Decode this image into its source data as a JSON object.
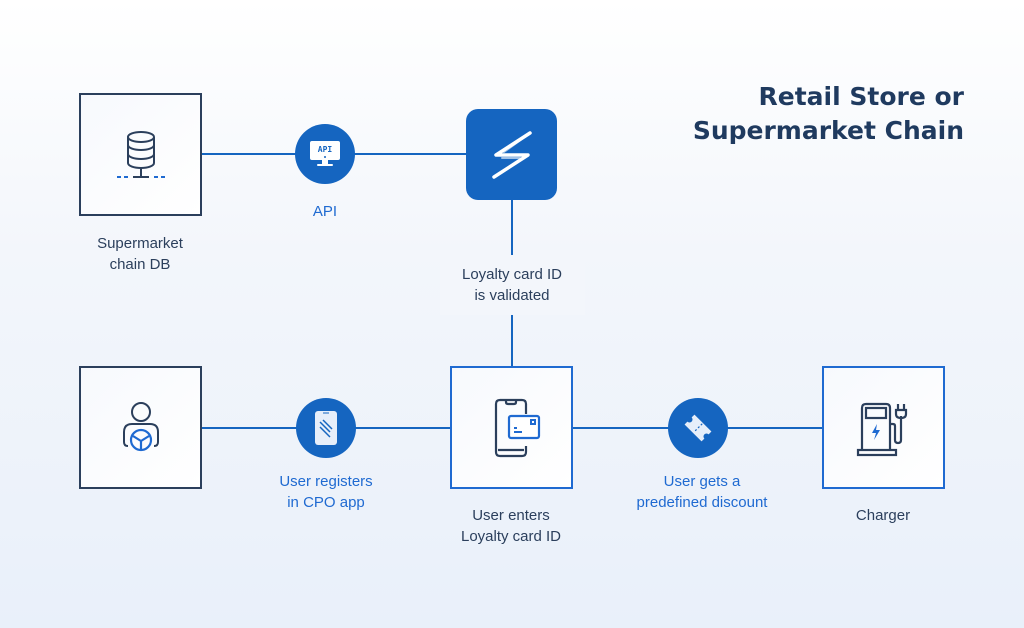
{
  "title": {
    "line1": "Retail Store or",
    "line2": "Supermarket Chain"
  },
  "nodes": {
    "db": {
      "label_line1": "Supermarket",
      "label_line2": "chain DB",
      "icon": "database-icon"
    },
    "api": {
      "label": "API",
      "icon_text": "API",
      "icon": "api-monitor-icon"
    },
    "hub": {
      "icon": "lightning-logo-icon"
    },
    "validation": {
      "label_line1": "Loyalty card ID",
      "label_line2": "is validated"
    },
    "user": {
      "icon": "driver-icon"
    },
    "register": {
      "label_line1": "User registers",
      "label_line2": "in CPO app",
      "icon": "smartphone-icon"
    },
    "enter_id": {
      "label_line1": "User enters",
      "label_line2": "Loyalty card ID",
      "icon": "phone-card-icon"
    },
    "discount": {
      "label_line1": "User gets a",
      "label_line2": "predefined discount",
      "icon": "ticket-icon"
    },
    "charger": {
      "label": "Charger",
      "icon": "ev-charger-icon"
    }
  },
  "colors": {
    "primary_blue": "#1565c0",
    "navy_text": "#2b3f5c",
    "title_color": "#1f3a5f"
  }
}
